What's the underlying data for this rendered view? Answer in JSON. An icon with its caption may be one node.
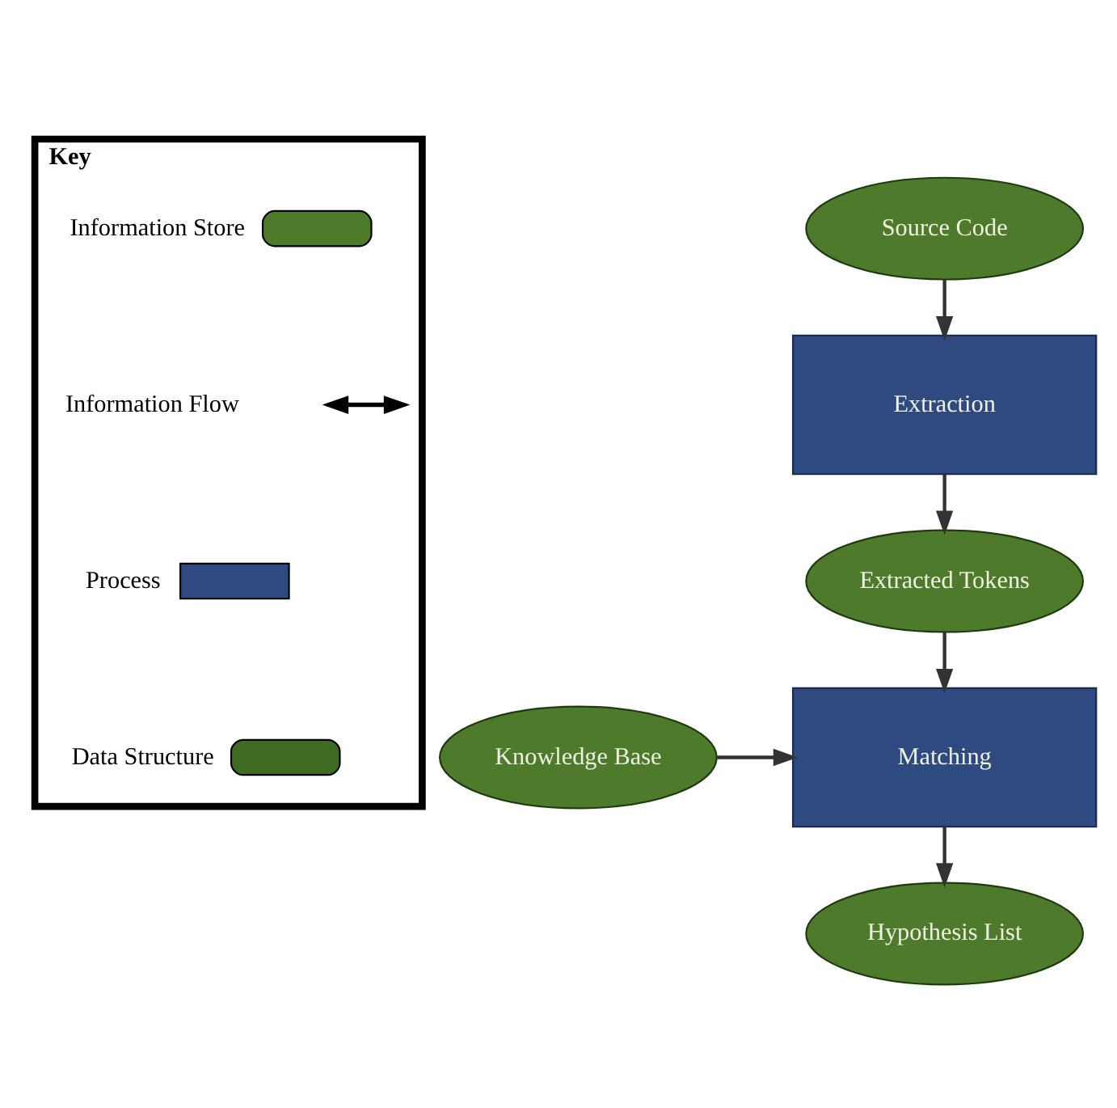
{
  "diagram": {
    "nodes": [
      {
        "text": [
          "Source Code"
        ]
      },
      {
        "text": [
          "Extraction"
        ]
      },
      {
        "text": [
          "Extracted Tokens"
        ]
      },
      {
        "text": [
          "Knowledge Base"
        ]
      },
      {
        "text": [
          "Matching"
        ]
      },
      {
        "text": [
          "Hypothesis List"
        ]
      },
      {
        "text": [
          "Key"
        ]
      }
    ],
    "edges": [
      {
        "from": 0,
        "to": 1,
        "arrow": "to"
      },
      {
        "from": 1,
        "to": 2,
        "arrow": "to"
      },
      {
        "from": 2,
        "to": 4,
        "arrow": "to"
      },
      {
        "from": 3,
        "to": 4,
        "arrow": "to"
      },
      {
        "from": 4,
        "to": 5,
        "arrow": "to"
      }
    ],
    "legend": [
      {
        "text": "Information Store",
        "color": "#4e7a2c"
      },
      {
        "text": "Information Flow"
      },
      {
        "text": "Process",
        "color": "#2e4a80"
      },
      {
        "text": "Data Structure",
        "color": "#3f6a22"
      }
    ]
  }
}
